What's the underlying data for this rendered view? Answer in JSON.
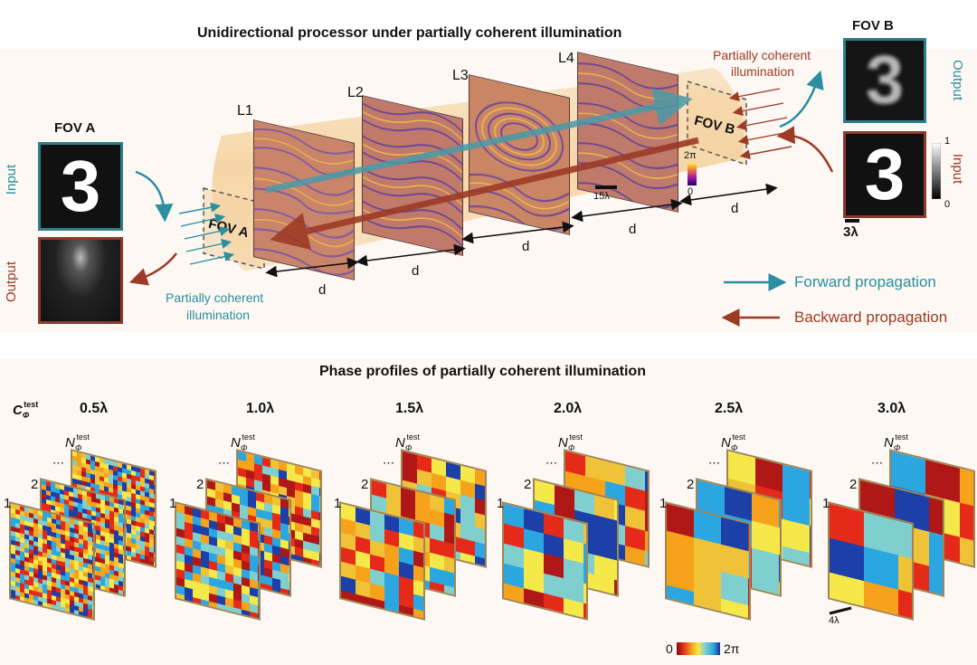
{
  "top": {
    "title": "Unidirectional processor under partially coherent illumination",
    "fov_a_label": "FOV A",
    "fov_b_label": "FOV B",
    "fov_a_box_label": "FOV A",
    "fov_b_box_label": "FOV B",
    "input_label_left": "Input",
    "output_label_left": "Output",
    "output_label_right": "Output",
    "input_label_right": "Input",
    "layers": [
      "L1",
      "L2",
      "L3",
      "L4"
    ],
    "distance": "d",
    "illum_left": "Partially coherent illumination",
    "illum_left_line1": "Partially coherent",
    "illum_left_line2": "illumination",
    "illum_right_line1": "Partially coherent",
    "illum_right_line2": "illumination",
    "phase_bar_max": "2π",
    "phase_bar_min": "0",
    "scale_layer": "15λ",
    "gray_bar_max": "1",
    "gray_bar_min": "0",
    "scale_fov": "3λ",
    "legend_forward": "Forward propagation",
    "legend_backward": "Backward propagation",
    "digit": "3",
    "colors": {
      "teal": "#2a8fa0",
      "rust": "#9c3b26",
      "beam": "#f5d6a8"
    }
  },
  "bottom": {
    "title": "Phase profiles of partially coherent  illumination",
    "param_label": "C",
    "param_sub": "Φ",
    "param_sup": "test",
    "columns": [
      "0.5λ",
      "1.0λ",
      "1.5λ",
      "2.0λ",
      "2.5λ",
      "3.0λ"
    ],
    "n_label": "N",
    "n_sub": "Φ",
    "n_sup": "test",
    "index_1": "1",
    "index_2": "2",
    "ellipsis": "⋯",
    "scale": "4λ",
    "colorbar_min": "0",
    "colorbar_max": "2π"
  }
}
